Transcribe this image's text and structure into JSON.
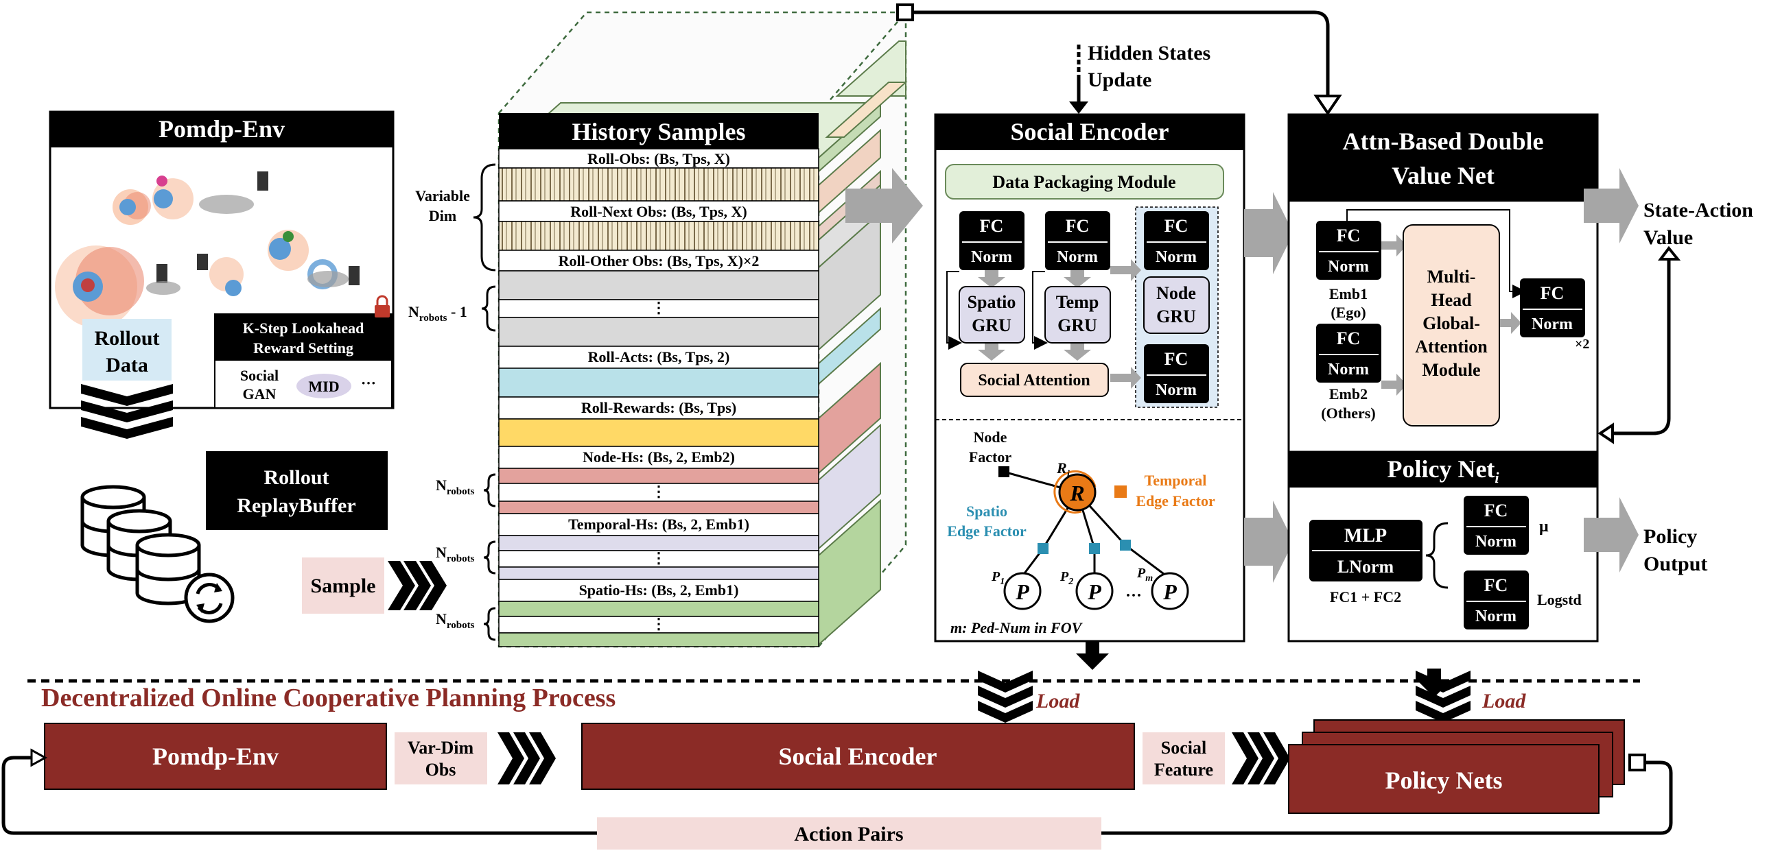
{
  "pomdp_env": {
    "title": "Pomdp-Env",
    "rollout_data": [
      "Rollout",
      "Data"
    ],
    "reward": {
      "title_lines": [
        "K-Step Lookahead",
        "Reward Setting"
      ],
      "social_gan": [
        "Social",
        "GAN"
      ],
      "mid": "MID",
      "more": "···"
    }
  },
  "replay_buffer": {
    "lines": [
      "Rollout",
      "ReplayBuffer"
    ]
  },
  "sample_label": "Sample",
  "history": {
    "title": "History Samples",
    "variable_dim": [
      "Variable",
      "Dim"
    ],
    "nrobots_minus_1": "N",
    "nrobots_minus_1_sub": "robots",
    "nrobots_minus_1_tail": " - 1",
    "nrobots_label": "N",
    "nrobots_sub": "robots",
    "ellipsis": "⋮",
    "rows": [
      "Roll-Obs: (Bs, Tps, X)",
      "Roll-Next Obs: (Bs, Tps, X)",
      "Roll-Other Obs: (Bs, Tps, X)×2",
      "Roll-Acts: (Bs, Tps, 2)",
      "Roll-Rewards: (Bs, Tps)",
      "Node-Hs: (Bs, 2, Emb2)",
      "Temporal-Hs: (Bs, 2, Emb1)",
      "Spatio-Hs: (Bs, 2, Emb1)"
    ]
  },
  "hidden_states": [
    "Hidden States",
    "Update"
  ],
  "social_encoder": {
    "title": "Social Encoder",
    "packaging": "Data Packaging Module",
    "fc": "FC",
    "norm": "Norm",
    "spatio_gru": [
      "Spatio",
      "GRU"
    ],
    "temp_gru": [
      "Temp",
      "GRU"
    ],
    "node_gru": [
      "Node",
      "GRU"
    ],
    "social_attention": "Social Attention",
    "graph": {
      "node_factor": [
        "Node",
        "Factor"
      ],
      "ri": "R",
      "ri_sub": "i",
      "r": "R",
      "temporal_edge": [
        "Temporal",
        "Edge Factor"
      ],
      "spatio_edge": [
        "Spatio",
        "Edge Factor"
      ],
      "p": "P",
      "p1": "P",
      "p1_sub": "1",
      "p2": "P",
      "p2_sub": "2",
      "pm": "P",
      "pm_sub": "m",
      "dots": "···",
      "caption": "m: Ped-Num in FOV"
    }
  },
  "value_net": {
    "title": [
      "Attn-Based Double",
      "Value Net"
    ],
    "fc": "FC",
    "norm": "Norm",
    "emb1": [
      "Emb1",
      "(Ego)"
    ],
    "emb2": [
      "Emb2",
      "(Others)"
    ],
    "attention": [
      "Multi-",
      "Head",
      "Global-",
      "Attention",
      "Module"
    ],
    "times2": "×2",
    "output": [
      "State-Action",
      "Value"
    ]
  },
  "policy_net": {
    "title": "Policy Net",
    "title_sub": "i",
    "mlp": "MLP",
    "lnorm": "LNorm",
    "fc12": "FC1 + FC2",
    "fc": "FC",
    "norm": "Norm",
    "mu": "μ",
    "logstd": "Logstd",
    "output": [
      "Policy",
      "Output"
    ]
  },
  "bottom": {
    "title": "Decentralized Online Cooperative Planning Process",
    "load": "Load",
    "pomdp": "Pomdp-Env",
    "var_dim": [
      "Var-Dim",
      "Obs"
    ],
    "social_encoder": "Social Encoder",
    "social_feature": [
      "Social",
      "Feature"
    ],
    "policy_nets": "Policy Nets",
    "action_pairs": "Action Pairs"
  },
  "colors": {
    "dark_red": "#8b2b26",
    "black": "#000000",
    "light_green": "#e2efd9",
    "peach": "#fbe4d5",
    "light_blue": "#deebf6",
    "grey_arrow": "#a6a6a6",
    "pink_label": "#f4dcda",
    "orange": "#e97a16",
    "teal": "#2b8fb1",
    "yellow": "#ffd966",
    "rose": "#e3a29d",
    "lavender": "#dedcec",
    "green": "#b4d59e",
    "cyan": "#b9e1e9",
    "wheat": "#f7e2c8",
    "light_grey": "#d9d9d9"
  }
}
